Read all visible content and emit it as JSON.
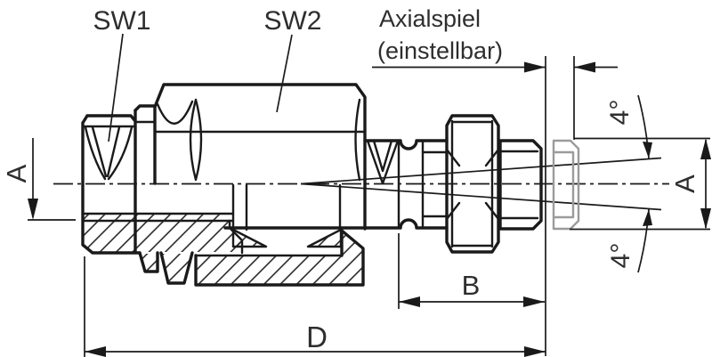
{
  "drawing": {
    "part_labels": {
      "sw1": "SW1",
      "sw2": "SW2"
    },
    "annotation": {
      "line1": "Axialspiel",
      "line2": "(einstellbar)"
    },
    "dimensions": {
      "tube_od_left": "A",
      "tube_od_right": "A",
      "thread_length": "B",
      "overall_length": "D",
      "angle_top": "4°",
      "angle_bottom": "4°"
    },
    "colors": {
      "line": "#1a1a1a",
      "phantom": "#9b9b9b",
      "text": "#2e2e2e",
      "background": "#ffffff"
    }
  }
}
